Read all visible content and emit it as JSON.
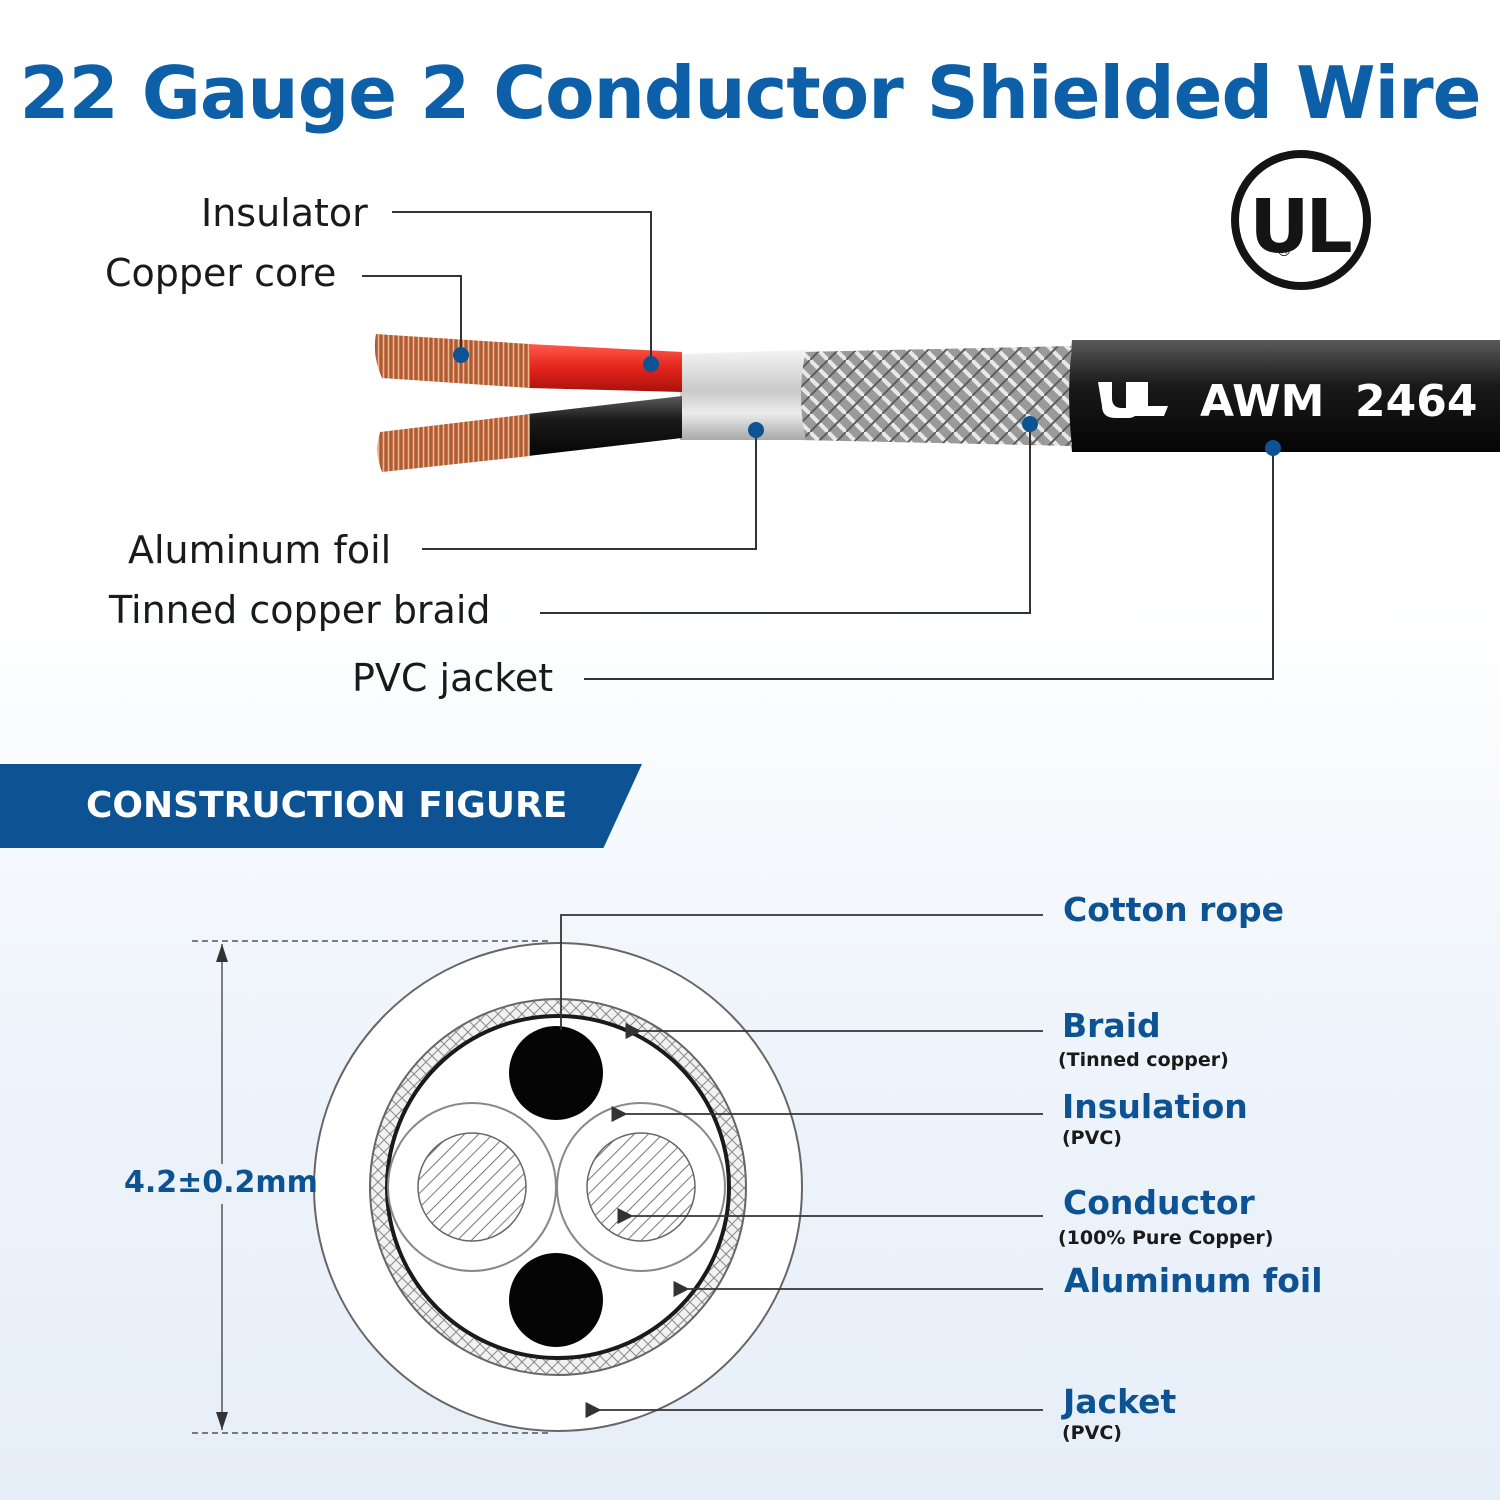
{
  "title": "22 Gauge 2 Conductor Shielded Wire",
  "cert_mark": {
    "letters": "UL",
    "registered": "®"
  },
  "cable_print": {
    "text": "AWM  2464"
  },
  "top_labels": {
    "insulator": "Insulator",
    "copper_core": "Copper core",
    "aluminum_foil": "Aluminum foil",
    "tinned_copper_braid": "Tinned copper braid",
    "pvc_jacket": "PVC jacket"
  },
  "banner": {
    "text": "CONSTRUCTION FIGURE"
  },
  "construction": {
    "dimension": "4.2±0.2mm",
    "labels": {
      "cotton_rope": "Cotton rope",
      "braid": "Braid",
      "braid_sub": "(Tinned copper)",
      "insulation": "Insulation",
      "insulation_sub": "(PVC)",
      "conductor": "Conductor",
      "conductor_sub": "(100% Pure Copper)",
      "aluminum_foil": "Aluminum foil",
      "jacket": "Jacket",
      "jacket_sub": "(PVC)"
    }
  },
  "colors": {
    "brand_blue": "#0d5fa8",
    "banner_blue": "#0d5393",
    "copper": "#c8744a",
    "red_insulation": "#e3241b",
    "black_jacket": "#141414"
  }
}
